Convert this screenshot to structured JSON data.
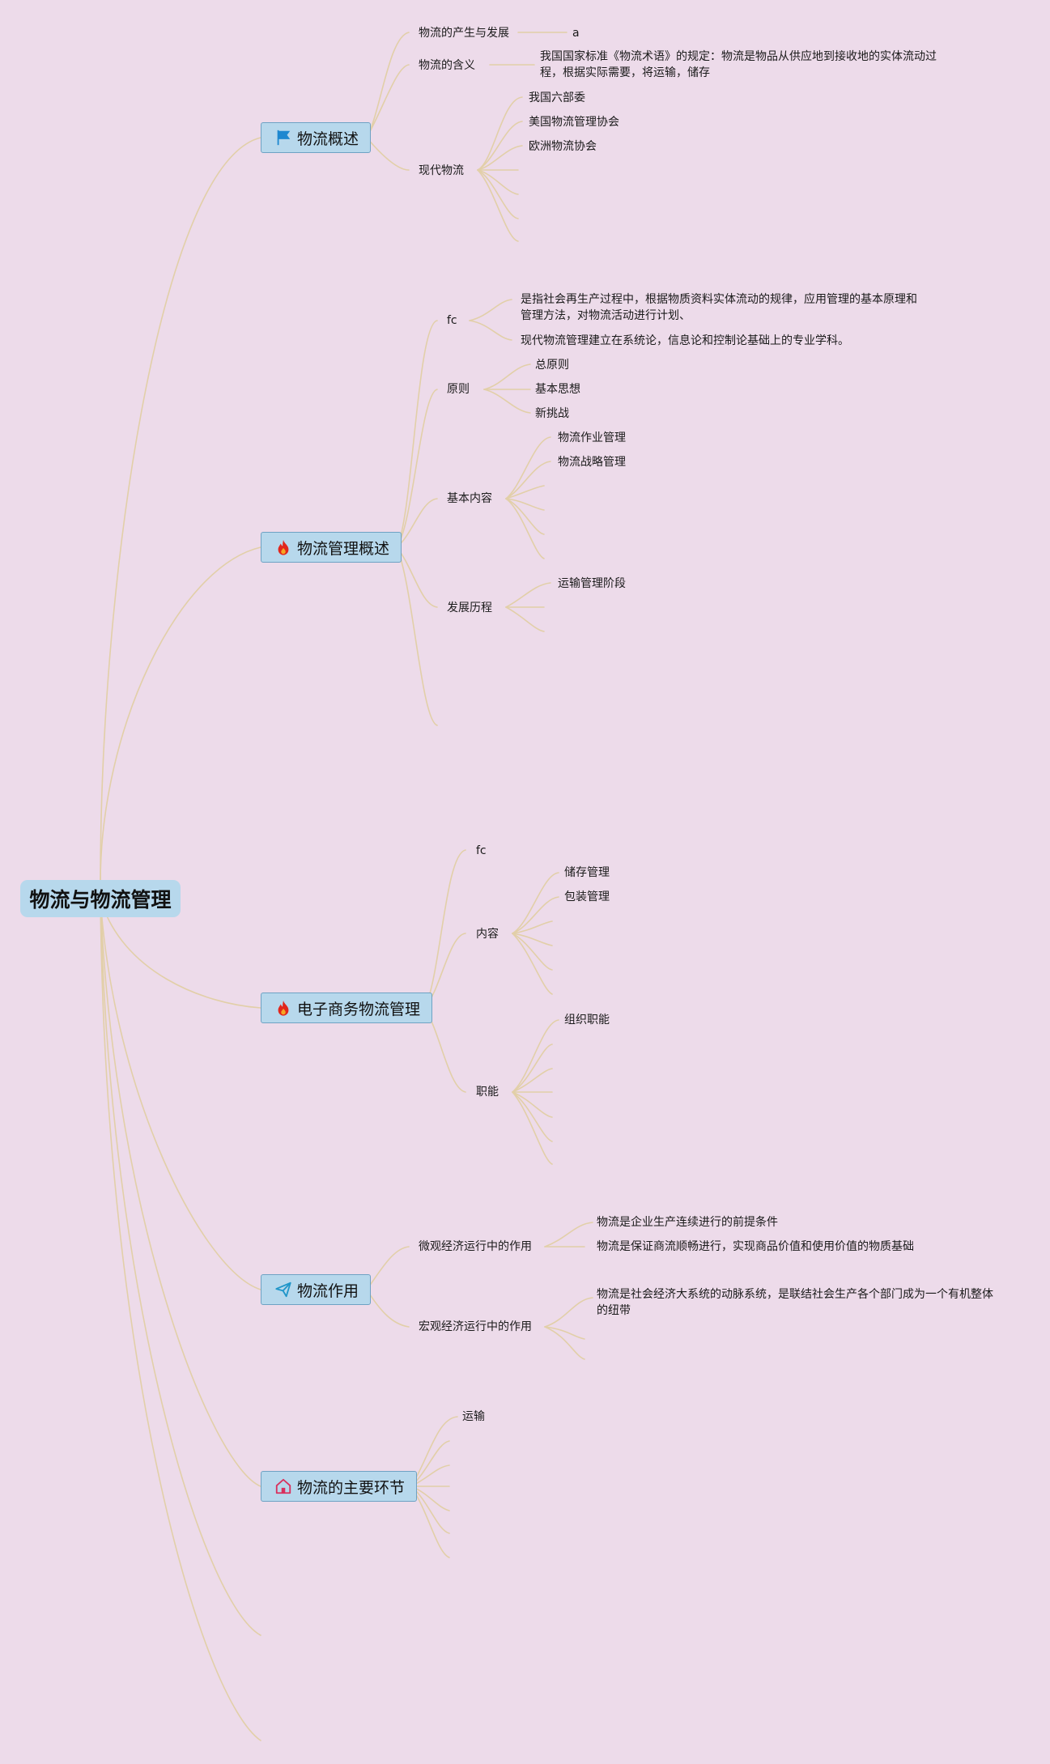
{
  "root": {
    "title": "物流与物流管理"
  },
  "branches": [
    {
      "label": "物流概述",
      "icon": "flag-icon",
      "children": [
        {
          "label": "物流的产生与发展",
          "children": [
            "a"
          ]
        },
        {
          "label": "物流的含义",
          "children": [
            "我国国家标准《物流术语》的规定：物流是物品从供应地到接收地的实体流动过程，根据实际需要，将运输，储存"
          ]
        },
        {
          "label": "现代物流",
          "children": [
            "我国六部委",
            "美国物流管理协会",
            "欧洲物流协会"
          ]
        }
      ]
    },
    {
      "label": "物流管理概述",
      "icon": "fire-icon",
      "children": [
        {
          "label": "fc",
          "children": [
            "是指社会再生产过程中，根据物质资料实体流动的规律，应用管理的基本原理和管理方法，对物流活动进行计划、",
            "现代物流管理建立在系统论，信息论和控制论基础上的专业学科。"
          ]
        },
        {
          "label": "原则",
          "children": [
            "总原则",
            "基本思想",
            "新挑战"
          ]
        },
        {
          "label": "基本内容",
          "children": [
            "物流作业管理",
            "物流战略管理"
          ]
        },
        {
          "label": "发展历程",
          "children": [
            "运输管理阶段"
          ]
        }
      ]
    },
    {
      "label": "电子商务物流管理",
      "icon": "fire-icon",
      "children": [
        {
          "label": "fc",
          "children": []
        },
        {
          "label": "内容",
          "children": [
            "储存管理",
            "包装管理"
          ]
        },
        {
          "label": "职能",
          "children": [
            "组织职能"
          ]
        }
      ]
    },
    {
      "label": "物流作用",
      "icon": "send-icon",
      "children": [
        {
          "label": "微观经济运行中的作用",
          "children": [
            "物流是企业生产连续进行的前提条件",
            "物流是保证商流顺畅进行，实现商品价值和使用价值的物质基础"
          ]
        },
        {
          "label": "宏观经济运行中的作用",
          "children": [
            "物流是社会经济大系统的动脉系统，是联结社会生产各个部门成为一个有机整体的纽带"
          ]
        }
      ]
    },
    {
      "label": "物流的主要环节",
      "icon": "home-icon",
      "children": [
        {
          "label": "运输",
          "children": []
        }
      ]
    }
  ],
  "colors": {
    "background": "#eddbea",
    "node_fill": "#b7d8ec",
    "node_border": "#6ea2c4",
    "connector": "#e2cfa8",
    "fire_icon": "#e2261c",
    "flag_icon": "#1e88d0",
    "send_icon": "#2196c9",
    "home_icon": "#d9305d"
  }
}
